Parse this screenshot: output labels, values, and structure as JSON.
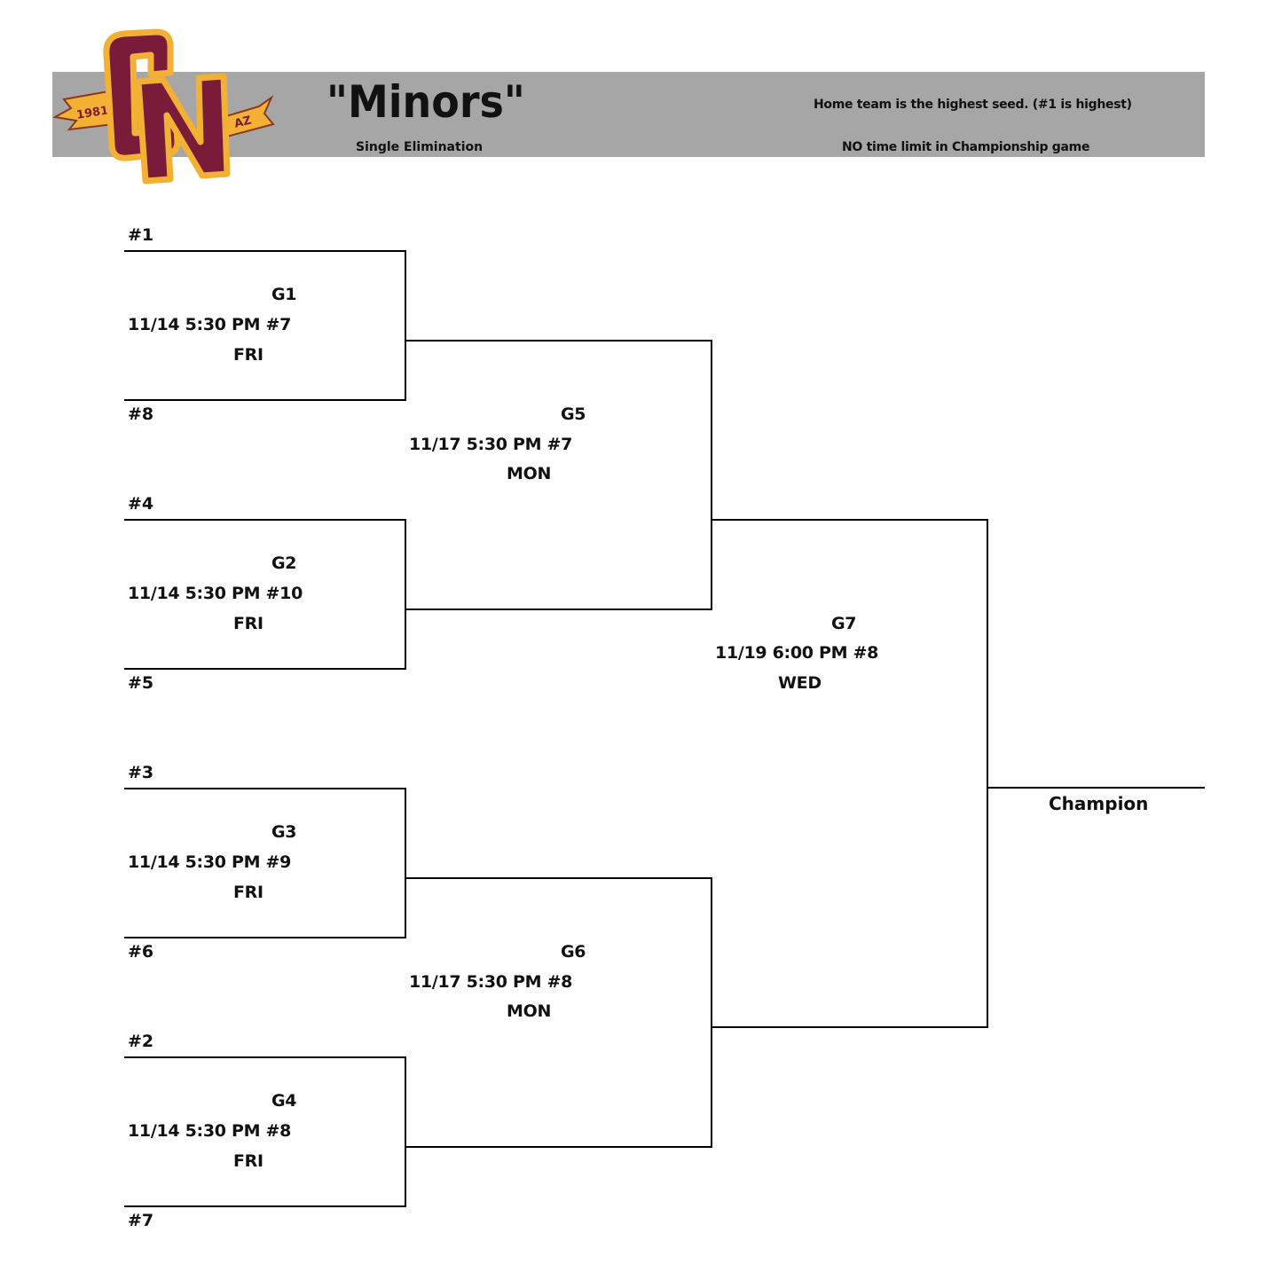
{
  "header": {
    "logo": {
      "monogram": "CN",
      "ribbon_left": "1981",
      "ribbon_right": "AZ",
      "primary_color": "#7a1b3a",
      "accent_color": "#f2b135"
    },
    "title": "\"Minors\"",
    "subtitle": "Single Elimination",
    "notes": [
      "Home team is the highest seed. (#1 is highest)",
      "NO time limit in Championship game"
    ],
    "banner_color": "#a6a6a6"
  },
  "bracket": {
    "round1": [
      {
        "game": "G1",
        "datetime": "11/14 5:30 PM #7",
        "day": "FRI",
        "top_seed": "#1",
        "bottom_seed": "#8"
      },
      {
        "game": "G2",
        "datetime": "11/14 5:30 PM #10",
        "day": "FRI",
        "top_seed": "#4",
        "bottom_seed": "#5"
      },
      {
        "game": "G3",
        "datetime": "11/14 5:30 PM #9",
        "day": "FRI",
        "top_seed": "#3",
        "bottom_seed": "#6"
      },
      {
        "game": "G4",
        "datetime": "11/14 5:30 PM #8",
        "day": "FRI",
        "top_seed": "#2",
        "bottom_seed": "#7"
      }
    ],
    "round2": [
      {
        "game": "G5",
        "datetime": "11/17 5:30 PM #7",
        "day": "MON"
      },
      {
        "game": "G6",
        "datetime": "11/17 5:30 PM #8",
        "day": "MON"
      }
    ],
    "final": {
      "game": "G7",
      "datetime": "11/19 6:00 PM #8",
      "day": "WED"
    },
    "champion_label": "Champion"
  }
}
